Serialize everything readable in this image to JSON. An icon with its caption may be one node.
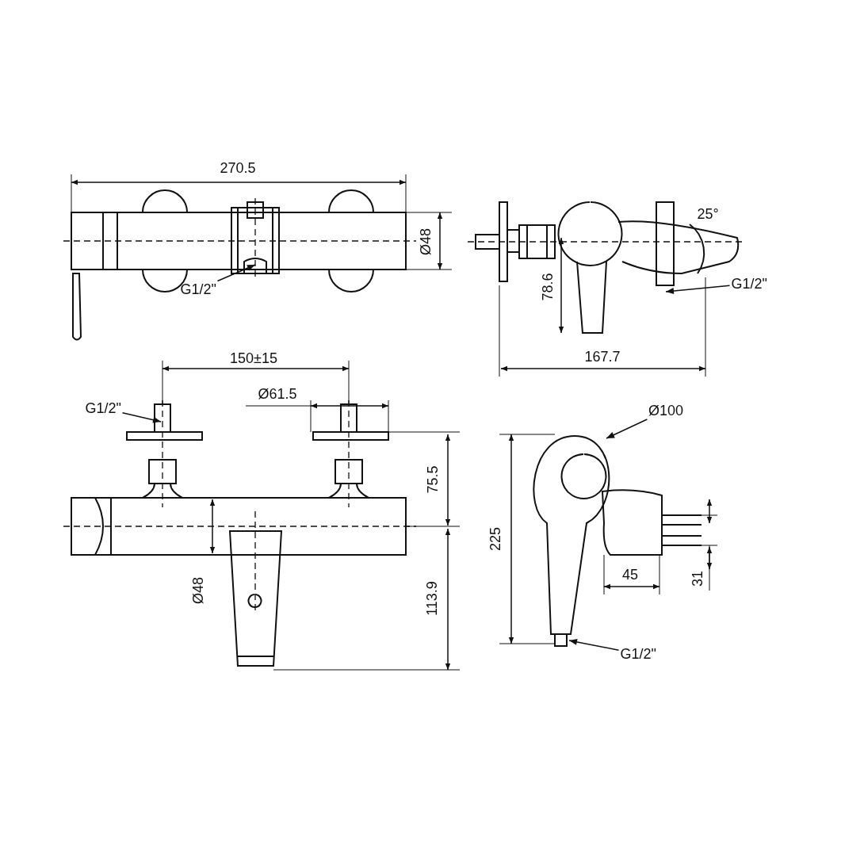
{
  "diagram": {
    "nodes": [
      {
        "text": [
          "G1/2\""
        ]
      },
      {
        "text": [
          "G1/2\""
        ]
      },
      {
        "text": [
          "G1/2\""
        ]
      },
      {
        "text": [
          "Ø100"
        ]
      },
      {
        "text": [
          "G1/2\""
        ]
      },
      {
        "text": [],
        "shape": "picture"
      }
    ],
    "edges": [
      {
        "from": 0,
        "to": null,
        "arrow": "to"
      },
      {
        "from": 1,
        "to": null,
        "arrow": "to"
      },
      {
        "from": 2,
        "to": null,
        "arrow": "to"
      },
      {
        "from": 3,
        "to": 5,
        "arrow": "to"
      },
      {
        "from": 4,
        "to": 5,
        "arrow": "to"
      }
    ],
    "labels": [
      "270.5",
      "25°",
      "Ø48",
      "78.6",
      "167.7",
      "150±15",
      "Ø61.5",
      "75.5",
      "Ø48",
      "225",
      "113.9",
      "45",
      "31"
    ]
  }
}
